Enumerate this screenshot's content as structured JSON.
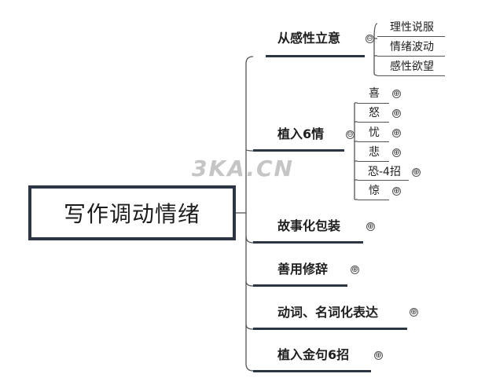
{
  "root": {
    "label": "写作调动情绪"
  },
  "branches": [
    {
      "label": "从感性立意",
      "toggle": "⊖",
      "children": [
        "理性说服",
        "情绪波动",
        "感性欲望"
      ]
    },
    {
      "label": "植入6情",
      "toggle": "⊖",
      "children": [
        "喜",
        "怒",
        "忧",
        "悲",
        "恐-4招",
        "惊"
      ]
    },
    {
      "label": "故事化包装",
      "toggle": "⊕"
    },
    {
      "label": "善用修辞",
      "toggle": "⊕"
    },
    {
      "label": "动词、名词化表达",
      "toggle": "⊕"
    },
    {
      "label": "植入金句6招",
      "toggle": "⊕"
    }
  ],
  "child_toggle": "⊕",
  "watermark": "3KA.CN",
  "colors": {
    "node_border": "#2b3543",
    "connector": "#555555",
    "watermark": "#969696"
  }
}
